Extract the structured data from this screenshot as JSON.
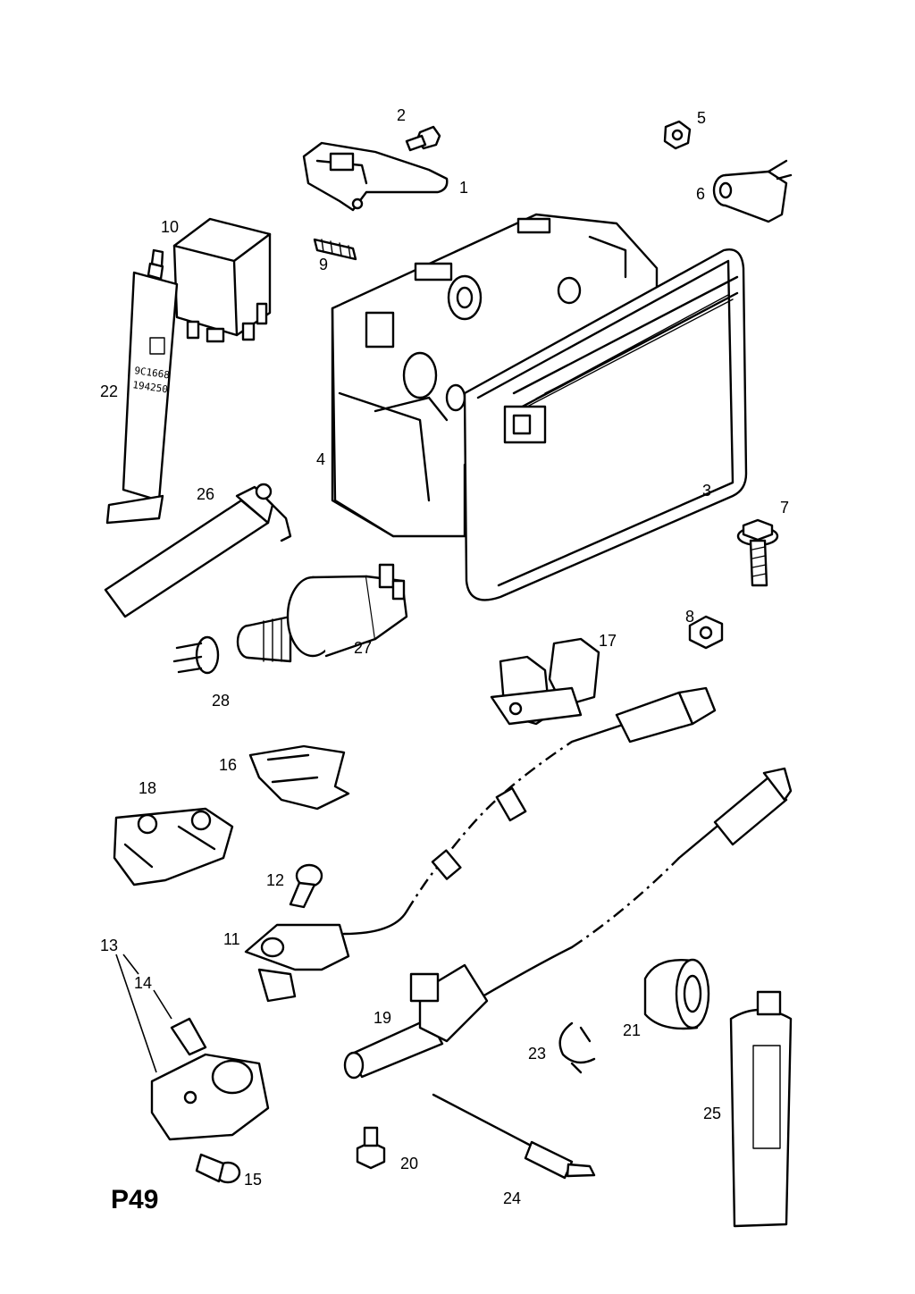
{
  "page_code": "P49",
  "callouts": {
    "c1": "1",
    "c2": "2",
    "c3": "3",
    "c4": "4",
    "c5": "5",
    "c6": "6",
    "c7": "7",
    "c8": "8",
    "c9": "9",
    "c10": "10",
    "c11": "11",
    "c12": "12",
    "c13": "13",
    "c14": "14",
    "c15": "15",
    "c16": "16",
    "c17": "17",
    "c18": "18",
    "c19": "19",
    "c20": "20",
    "c21": "21",
    "c22": "22",
    "c23": "23",
    "c24": "24",
    "c25": "25",
    "c26": "26",
    "c27": "27",
    "c28": "28"
  },
  "tube_label": {
    "line1": "9C1668",
    "line2": "194250"
  }
}
